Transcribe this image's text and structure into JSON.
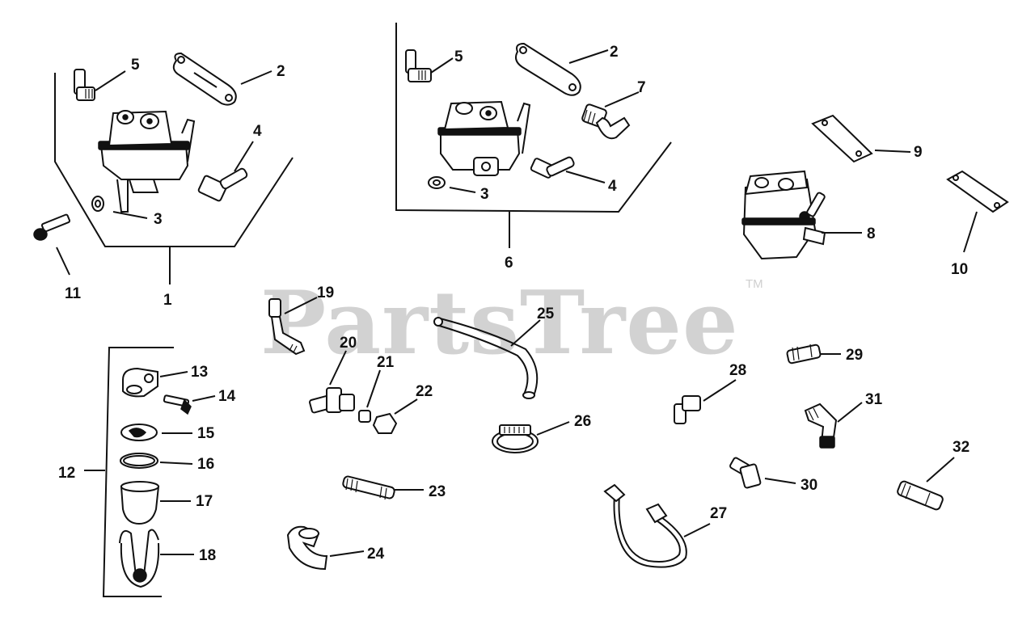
{
  "watermark": {
    "text": "PartsTree",
    "trademark": "TM"
  },
  "callouts": {
    "n1": "1",
    "n2a": "2",
    "n2b": "2",
    "n3a": "3",
    "n3b": "3",
    "n4a": "4",
    "n4b": "4",
    "n5a": "5",
    "n5b": "5",
    "n6": "6",
    "n7": "7",
    "n8": "8",
    "n9": "9",
    "n10": "10",
    "n11": "11",
    "n12": "12",
    "n13": "13",
    "n14": "14",
    "n15": "15",
    "n16": "16",
    "n17": "17",
    "n18": "18",
    "n19": "19",
    "n20": "20",
    "n21": "21",
    "n22": "22",
    "n23": "23",
    "n24": "24",
    "n25": "25",
    "n26": "26",
    "n27": "27",
    "n28": "28",
    "n29": "29",
    "n30": "30",
    "n31": "31",
    "n32": "32"
  }
}
